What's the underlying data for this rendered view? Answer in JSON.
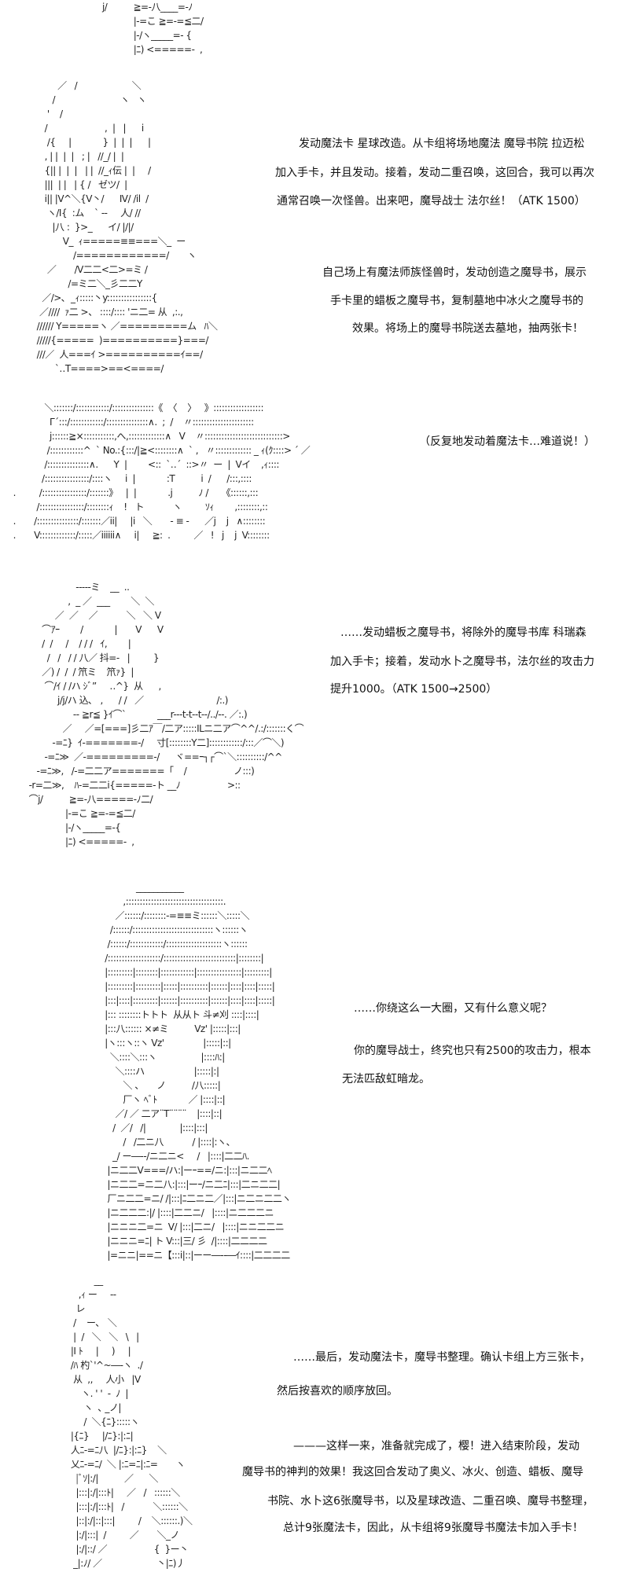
{
  "dialogue": [
    {
      "lines": [
        "发动魔法卡 星球改造。从卡组将场地魔法 魔导书院 拉迈松",
        "加入手卡，并且发动。接着，发动二重召唤，这回合，我可以再次",
        "通常召唤一次怪兽。出来吧，魔导战士 法尔丝！（ATK 1500）"
      ]
    },
    {
      "lines": [
        "自己场上有魔法师族怪兽时，发动创造之魔导书，展示",
        "手卡里的蜡板之魔导书，复制墓地中冰火之魔导书的",
        "效果。将场上的魔导书院送去墓地，抽两张卡！"
      ]
    },
    {
      "lines": [
        "（反复地发动着魔法卡…难道说！）"
      ]
    },
    {
      "lines": [
        "……发动蜡板之魔导书，将除外的魔导书库 科瑞森",
        "加入手卡；接着，发动水卜之魔导书，法尔丝的攻击力",
        "提升1000。（ATK 1500→2500）"
      ]
    },
    {
      "lines": [
        "……你绕这么一大圈，又有什么意义呢？",
        "你的魔导战士，终究也只有2500的攻击力，根本",
        "无法匹敌虹暗龙。"
      ]
    },
    {
      "lines": [
        "……最后，发动魔法卡，魔导书整理。确认卡组上方三张卡，",
        "然后按喜欢的顺序放回。",
        "———这样一来，准备就完成了，樱！进入结束阶段，发动",
        "魔导书的神判的效果！我这回合发动了奥义、冰火、创造、蜡板、魔导",
        "书院、水卜这6张魔导书，以及星球改造、二重召唤、魔导书整理，",
        "总计9张魔法卡，因此，从卡组将9张魔导书魔法卡加入手卡！"
      ]
    }
  ],
  "art": [
    {
      "lines": [
        "   j/          ≧=-八____=-ﾉ",
        "               |-=こ ≧=-=≦二/",
        "               |-/ヽ_____=- {",
        "               |ﾆ) <=====-  ,"
      ]
    },
    {
      "lines": [
        "          ／   /                     ＼",
        "        /                         ヽ   ヽ",
        "      '    /",
        "     /                      ,  |   |      i",
        "      /{     |            }  |  |  |      |",
        "     , | |  |  |   ; |   //_/ |  |",
        "     {|| |  |  |   | |  //_ｨ伝 |  |     /",
        "     |||  | |   | { /   ゼツ/  |",
        "     i|| |V^＼{V丶/      Ⅳ/ /il  /",
        "      ヽ/I{  :ム    ` --     人/ //",
        "        |八 :  }>_      イ/ |/|/",
        "            V_  ｨ=====≡≡===＼_  ー",
        "                /============/       ヽ",
        "      ／       /V二二<二>=ミ /",
        "              /=ミ二＼_彡二二Y",
        "    ／/>､  _ｨ:::::丶y::::::::::::::::{",
        "   ／////  ｧ二 >、 ::::/:::: 'ニ二= 从  ,:.,",
        "  ////// Y=====ヽ ／=========ム   ﾊ＼",
        "  /////{=====  )==========}===/",
        "  ///／  人===ｲ >==========ｲ==/",
        "         `‥T====>==<====/"
      ]
    },
    {
      "lines": [
        "                 ＼:::::::/::::::::::::/:::::::::::::::《  〈    〉   》::::::::::::::::::",
        "                   Γ´:::/::::::::::::/:::::::::::::::∧.  ;  /    〃::::::::::::::::::::::",
        "                   j::::::≧×:::::::::::,へ,:::::::::::::∧   V    〃::::::::::::::::::::::::::::>",
        "                  /::::::::::::^  ` No.:{:::/|≧<::::::::∧  ` ,   〃::::::::::::: _ ｨ(ｸ::::> ´ ／",
        "                 /:::::::::::::::∧.      Y  |        <::  `‥´  ::>〃  ー  |  Vイ    ,ｨ::::",
        "                /::::::::::::::::/::::ヽ     i  |            :T          i  /      /:::,::::",
        "     .         /::::::::::::::::/:::::::》   |  |            .j          ﾉ /     《::::::,:::",
        "              /::::::::::::::::/::::::::ｨ    !   ト           ヽ         ｿｨ        ,::::::::,::",
        "     .       /:::::::::::::::/:::::::／ii|     |i   ＼       - ≡ -      ／j    j   ∧::::::::",
        "     .       V:::::::::::::/:::::／iiiiii∧     i|     ≧:  .         ／   !   j    j  V::::::::"
      ]
    },
    {
      "lines": [
        "                       -----ミ    __  ..",
        "                    ,  _ ／  ___        ＼  ＼",
        "               ／  ／    ／           ＼   ＼ V",
        "          ⌒ｱｰ        /            |       V      V",
        "          /  /     /    / / /   ｲ,        |",
        "            /   /   / / 八／ 抖=-   |         }",
        "          ／) /  /  / 笊ミ    笊ｧ}  |",
        "           ⌒/ｲ / /ハ ｼﾞ”     ‥^}  从      ,",
        "                j/j/ハ 込､   ,      / /   ／                            /:.)",
        "                      -- ≧r≦ }ｲ⌒`            ___r---t-t--t--/../--. ／:.)",
        "                  ／     ／=[===]彡二ｱ￣/二ア:::::ILニ二ア⌒^^/.:/:::::::く⌒",
        "              -=ﾆ}  ｲ-=======-/     寸[::::::::Y二]::::::::::::/:::／⌒＼)",
        "           -=ﾆ≫  ／-=========-/      ヾ==ｰ┐┌⌒`＼::::::::::/^^",
        "        -=ﾆ≫,   /-=二二ア=======「    /                  ノ:::)",
        "     -r=二≫,    ﾊ-=二二i{=====-ト __ﾉ                  >::",
        "     ⌒j/          ≧=-八=====-ﾉ二/",
        "                   |-=こ ≧=-=≦二/",
        "                   |-/ヽ_____=-{",
        "                   |ﾆ) <=====-  ,"
      ]
    },
    {
      "lines": [
        "                   ___________",
        "              ,:::::::::::::::::::::::::::::::::::.",
        "           ／::::::/::::::::-=≡≡ミ::::::＼:::::＼",
        "         /::::::/:::::::::::::::::::::::::::::ヽ::::::ヽ",
        "        /::::::/::::::::::::/::::::::::::::::::::ヽ::::::",
        "       /:::::::::::::::::::/::::::::::::::::::::::::::|::::::::|",
        "       |:::::::::|::::::::|::::::::::::|::::::::::::::::|:::::::::|",
        "       |:::::::::|:::::::::|:::::|::::::::::|::::::|::::|::::|:::::|",
        "       |:::|::::|:::::::::|::::::|::::::::::|::::::|::::|::::|:::::|",
        "       |::: ::::::::トトト  从从ト 斗≠刈 ::::|::::|",
        "       |:::八:::::: ×≠ミ          Vz' |:::::|:::|",
        "       |ヽ:::ヽ::ヽ Vz'               |:::::|::|",
        "         ＼::::＼:::ヽ                 |::::ﾊ:|",
        "           ＼::::ハ                   |:::::|:|",
        "              ＼ 、     ノ          /八:::::|",
        "              厂ヽ ﾍﾞﾄ            ／ |::::|::|",
        "           ／/ ／ 二ア¨T¨¨¨¨    |::::|::|",
        "          /  ／/   /|             |::::|:::|",
        "              /   /二ニ八           / |::::|:ヽ、",
        "          _/ ー―‐-/ニ二ニ<     /   |::::|二二ﾊ.",
        "        |ニ二二V===/ハ:|ーｰ==/ニ:|:::|ニ二二ﾍ",
        "        |ニ二二=ニ二八:|:::|ーｰ/ニ二ﾆ|:::|二ニ二二|",
        "        厂ニ二二=ニ/ /|:::|ﾆ二ニ二／|:::|ニ二ニ二二ヽ",
        "        |ニ二二二:|/ |::::|二二ニ/   |::::|ニ二二二ニ",
        "        |ニニニ二=ニ  V/ |:::|二ニ/   |::::|ニニ二二ニ",
        "        |ニニニ=ﾆ| ト V:::|三/ 彡  /|::::|二二二二",
        "        |=ニニ|==ニ【:::i|::|ーー―‐-―ｲ::::|二二二二"
      ]
    },
    {
      "lines": [
        "                  __",
        "            ,ｨ ー     --",
        "           レ",
        "          /    ー､   ＼",
        "          |  /   ＼   ＼   \\   |",
        "         |I ﾄ     |     )     |",
        "         /ﾊ 杓`'^~―-ヽ  ./",
        "          从  ,,     人小   |V",
        "             ヽ. ' '  ‐  ﾉ  |",
        "              ヽ  ､ _ノ|",
        "              /  ＼{ﾆ}:::::ヽ",
        "         |{ﾆ}     |/ﾆ}:|:ﾆ|",
        "         人ﾆ-=ﾆ八  |/ﾆ}:|:ﾆ}    ＼",
        "         乂ﾆ-=ﾆ/  ＼ |:ﾆ=ﾆ|:ﾆ=       ヽ",
        "           |ﾞｿ|:/|          ／      ＼",
        "           |:::|:/|:::ﾄ|     ／   /   ::::::＼",
        "           |:::|:/|:::ﾄ|   /           ＼::::::＼",
        "           |::|:/|::|:::|         /    ＼::::::.)＼",
        "           |:/|:::|  /         ／       ＼_ノ",
        "           |:/|::/ ／                  {  }ー丶",
        "          _|:ﾉ/ ／                     丶|ﾆ)丿"
      ]
    }
  ]
}
